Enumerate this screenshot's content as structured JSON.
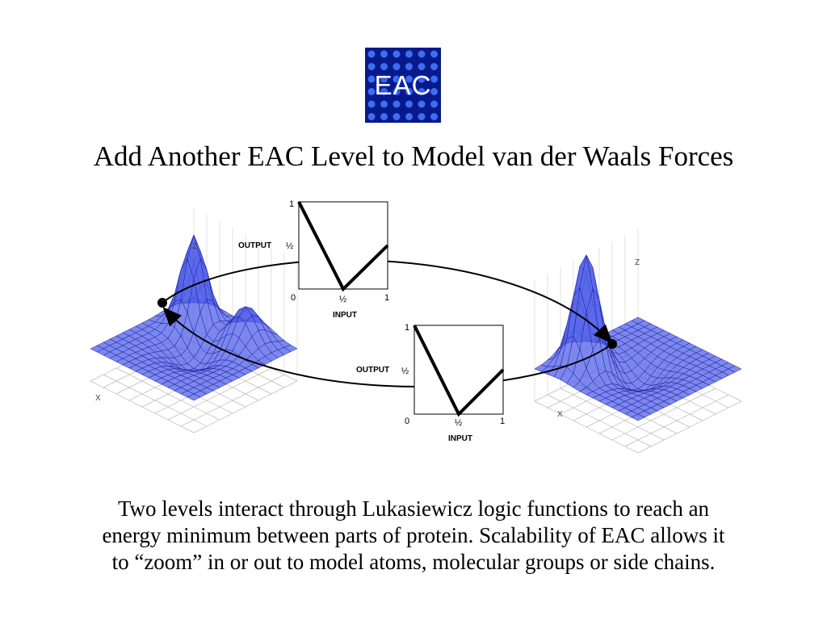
{
  "logo": {
    "text": "EAC"
  },
  "title": "Add Another EAC Level to Model van der Waals Forces",
  "diagram": {
    "plots": [
      {
        "ylabel": "OUTPUT",
        "xlabel": "INPUT",
        "x_ticks": [
          "0",
          "½",
          "1"
        ],
        "y_ticks": [
          "1",
          "½"
        ],
        "points": [
          [
            0,
            1
          ],
          [
            0.5,
            0
          ],
          [
            1,
            0.5
          ]
        ]
      },
      {
        "ylabel": "OUTPUT",
        "xlabel": "INPUT",
        "x_ticks": [
          "0",
          "½",
          "1"
        ],
        "y_ticks": [
          "1",
          "½"
        ],
        "points": [
          [
            0,
            1
          ],
          [
            0.5,
            0
          ],
          [
            1,
            0.5
          ]
        ]
      }
    ],
    "surface_axes": {
      "z": "Z",
      "x": "X"
    }
  },
  "caption": [
    "Two levels interact through Lukasiewicz logic functions to reach an",
    "energy minimum between parts of protein. Scalability of EAC allows it",
    "to “zoom” in or out to model atoms, molecular groups or side chains."
  ],
  "colors": {
    "logo_bg": "#061a8c",
    "surface": "#5060e8",
    "mesh": "#2020a0"
  }
}
